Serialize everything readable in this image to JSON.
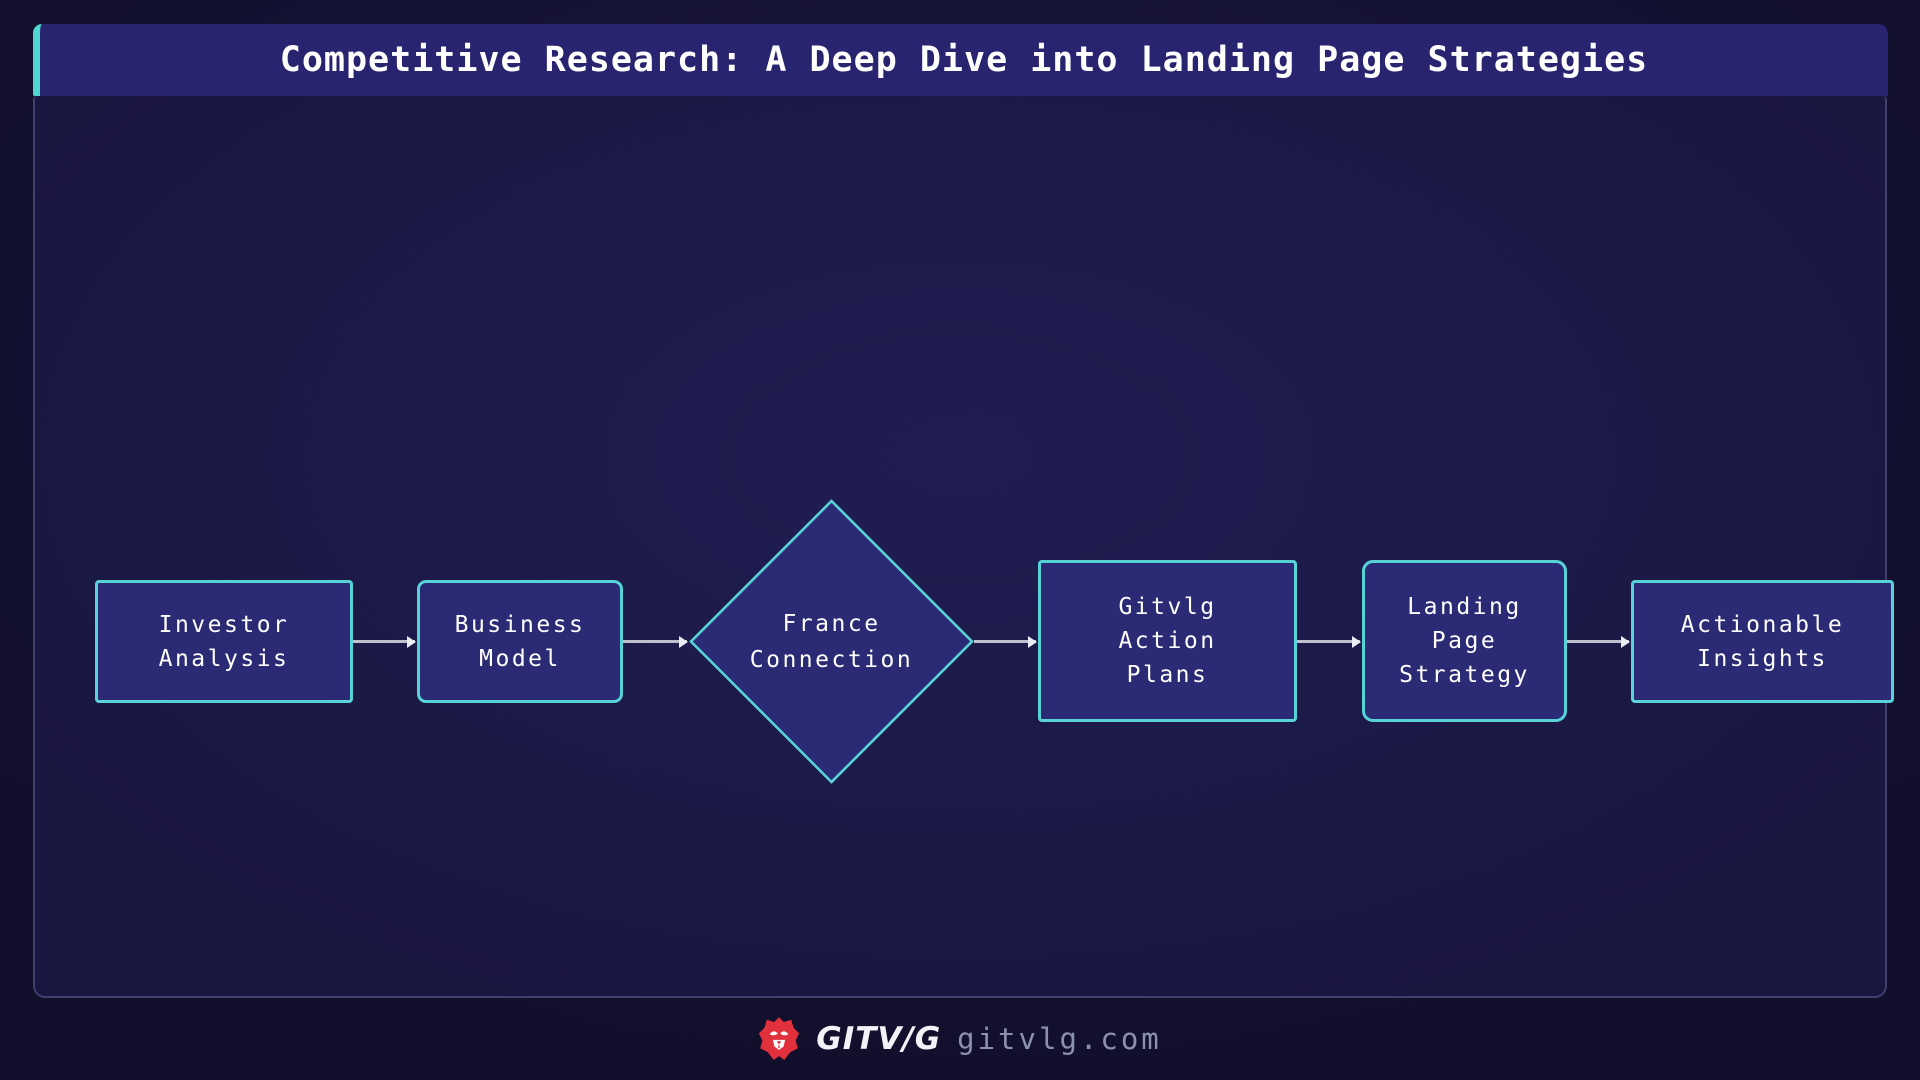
{
  "title": "Competitive Research: A Deep Dive into Landing Page Strategies",
  "flowchart": {
    "nodes": [
      {
        "id": "investor-analysis",
        "shape": "rect",
        "lines": [
          "Investor",
          "Analysis"
        ]
      },
      {
        "id": "business-model",
        "shape": "rect",
        "lines": [
          "Business",
          "Model"
        ]
      },
      {
        "id": "france-connection",
        "shape": "diamond",
        "lines": [
          "France",
          "Connection"
        ]
      },
      {
        "id": "gitvlg-action-plans",
        "shape": "rect",
        "lines": [
          "Gitvlg",
          "Action",
          "Plans"
        ]
      },
      {
        "id": "landing-page-strategy",
        "shape": "rect",
        "lines": [
          "Landing",
          "Page",
          "Strategy"
        ]
      },
      {
        "id": "actionable-insights",
        "shape": "rect",
        "lines": [
          "Actionable",
          "Insights"
        ]
      }
    ],
    "connections": [
      {
        "from": "investor-analysis",
        "to": "business-model"
      },
      {
        "from": "business-model",
        "to": "france-connection"
      },
      {
        "from": "france-connection",
        "to": "gitvlg-action-plans"
      },
      {
        "from": "gitvlg-action-plans",
        "to": "landing-page-strategy"
      },
      {
        "from": "landing-page-strategy",
        "to": "actionable-insights"
      }
    ]
  },
  "footer": {
    "brand": "GITV/G",
    "site": "gitvlg.com",
    "logo": "lion-logo"
  },
  "colors": {
    "page_background": "#141233",
    "panel_background": "#1c1947",
    "title_bar_background": "#29246f",
    "title_accent_teal": "#4fd8d2",
    "node_fill": "#2b2a74",
    "node_border_teal": "#57d3d8",
    "arrow_gray": "#bfc1ce",
    "text_white": "#ffffff",
    "site_text_gray": "#8b90ab",
    "logo_red": "#e1313c"
  }
}
